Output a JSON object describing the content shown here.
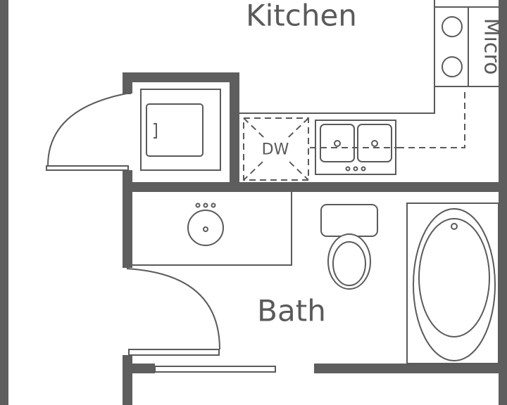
{
  "plan": {
    "rooms": {
      "kitchen": "Kitchen",
      "bath": "Bath"
    },
    "appliances": {
      "microwave": "Micro",
      "dishwasher": "DW"
    }
  }
}
